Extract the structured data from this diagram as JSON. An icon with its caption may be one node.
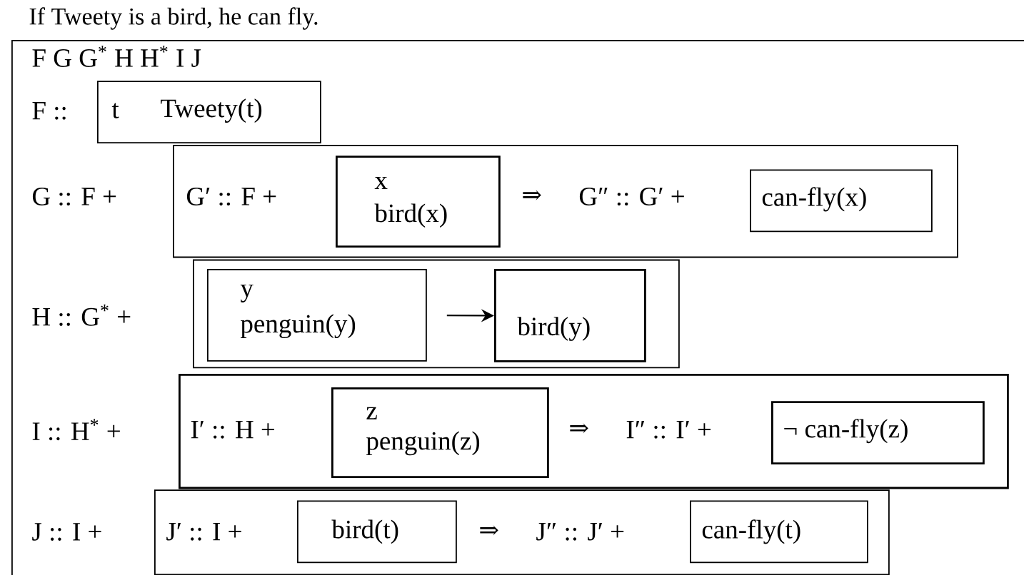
{
  "diagram": {
    "title": "If Tweety is a bird, he can fly.",
    "nodes": [
      {
        "text": [
          "F G G$^{*}$ H H$^{*}$ I J"
        ]
      },
      {
        "text": [
          "t",
          "Tweety(t)"
        ],
        "in": 0
      },
      {
        "text": [
          "G′ :: F +",
          "⇒",
          "G″ :: G′ +"
        ],
        "in": 0
      },
      {
        "text": [
          "x",
          "bird(x)"
        ],
        "in": 2
      },
      {
        "text": [
          "can-fly(x)"
        ],
        "in": 2
      },
      {
        "text": [],
        "shape": "box",
        "in": 0
      },
      {
        "text": [
          "y",
          "penguin(y)"
        ],
        "in": 5
      },
      {
        "text": [
          "bird(y)"
        ],
        "in": 5
      },
      {
        "text": [
          "I′ :: H +",
          "⇒",
          "I″ :: I′ +"
        ],
        "in": 0
      },
      {
        "text": [
          "z",
          "penguin(z)"
        ],
        "in": 8
      },
      {
        "text": [
          "¬ can-fly(z)"
        ],
        "in": 8
      },
      {
        "text": [
          "J′ :: I +",
          "⇒",
          "J″ :: J′ +"
        ],
        "in": 0
      },
      {
        "text": [
          "bird(t)"
        ],
        "in": 11
      },
      {
        "text": [
          "can-fly(t)"
        ],
        "in": 11
      }
    ],
    "edges": [
      {
        "from": 6,
        "to": 7,
        "arrow": "to"
      }
    ],
    "labels": [
      "F ::",
      "G :: F +",
      "H :: G$^{*}$ +",
      "I :: H$^{*}$ +",
      "J :: I +"
    ]
  }
}
